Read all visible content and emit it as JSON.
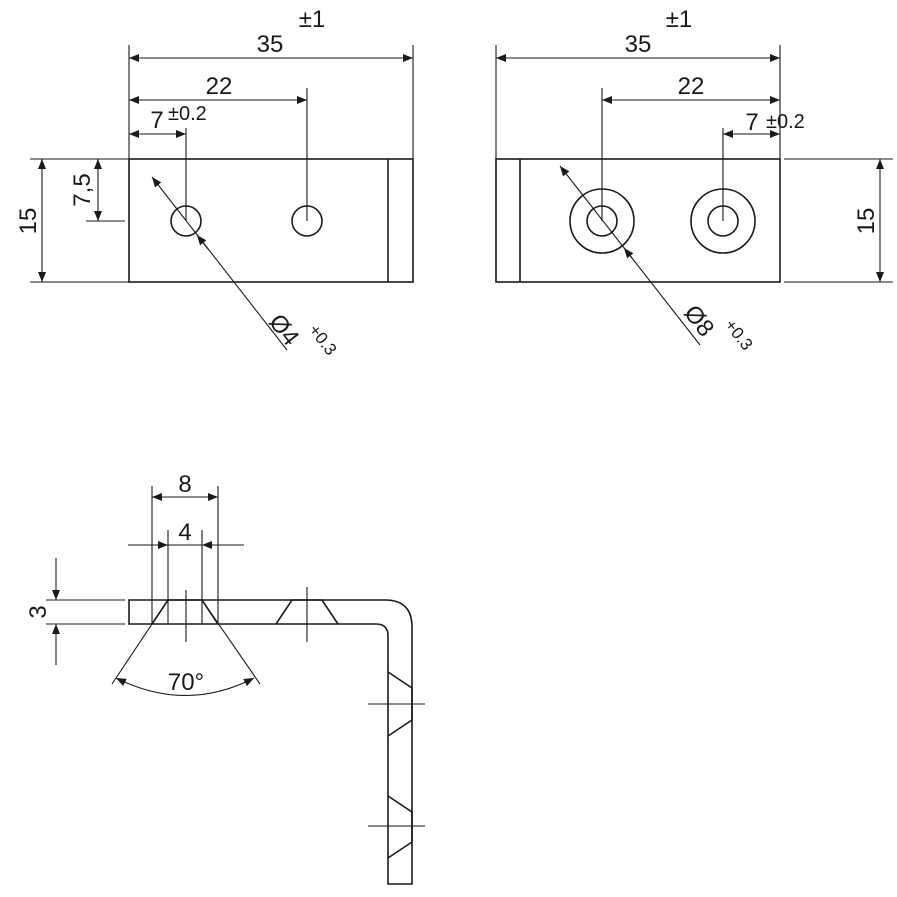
{
  "drawing": {
    "left_view": {
      "length": "35",
      "length_tol": "±1",
      "hole_spacing": "22",
      "edge_offset": "7",
      "edge_offset_tol": "±0.2",
      "height": "15",
      "half_height": "7,5",
      "hole_dia": "Ø4",
      "hole_dia_tol": "+0.3"
    },
    "right_view": {
      "length": "35",
      "length_tol": "±1",
      "hole_spacing": "22",
      "edge_offset": "7",
      "edge_offset_tol": "±0.2",
      "height": "15",
      "counterbore_dia": "Ø8",
      "counterbore_dia_tol": "+0.3"
    },
    "section_view": {
      "countersink_dia": "8",
      "hole_dia": "4",
      "thickness": "3",
      "countersink_angle": "70°"
    }
  }
}
